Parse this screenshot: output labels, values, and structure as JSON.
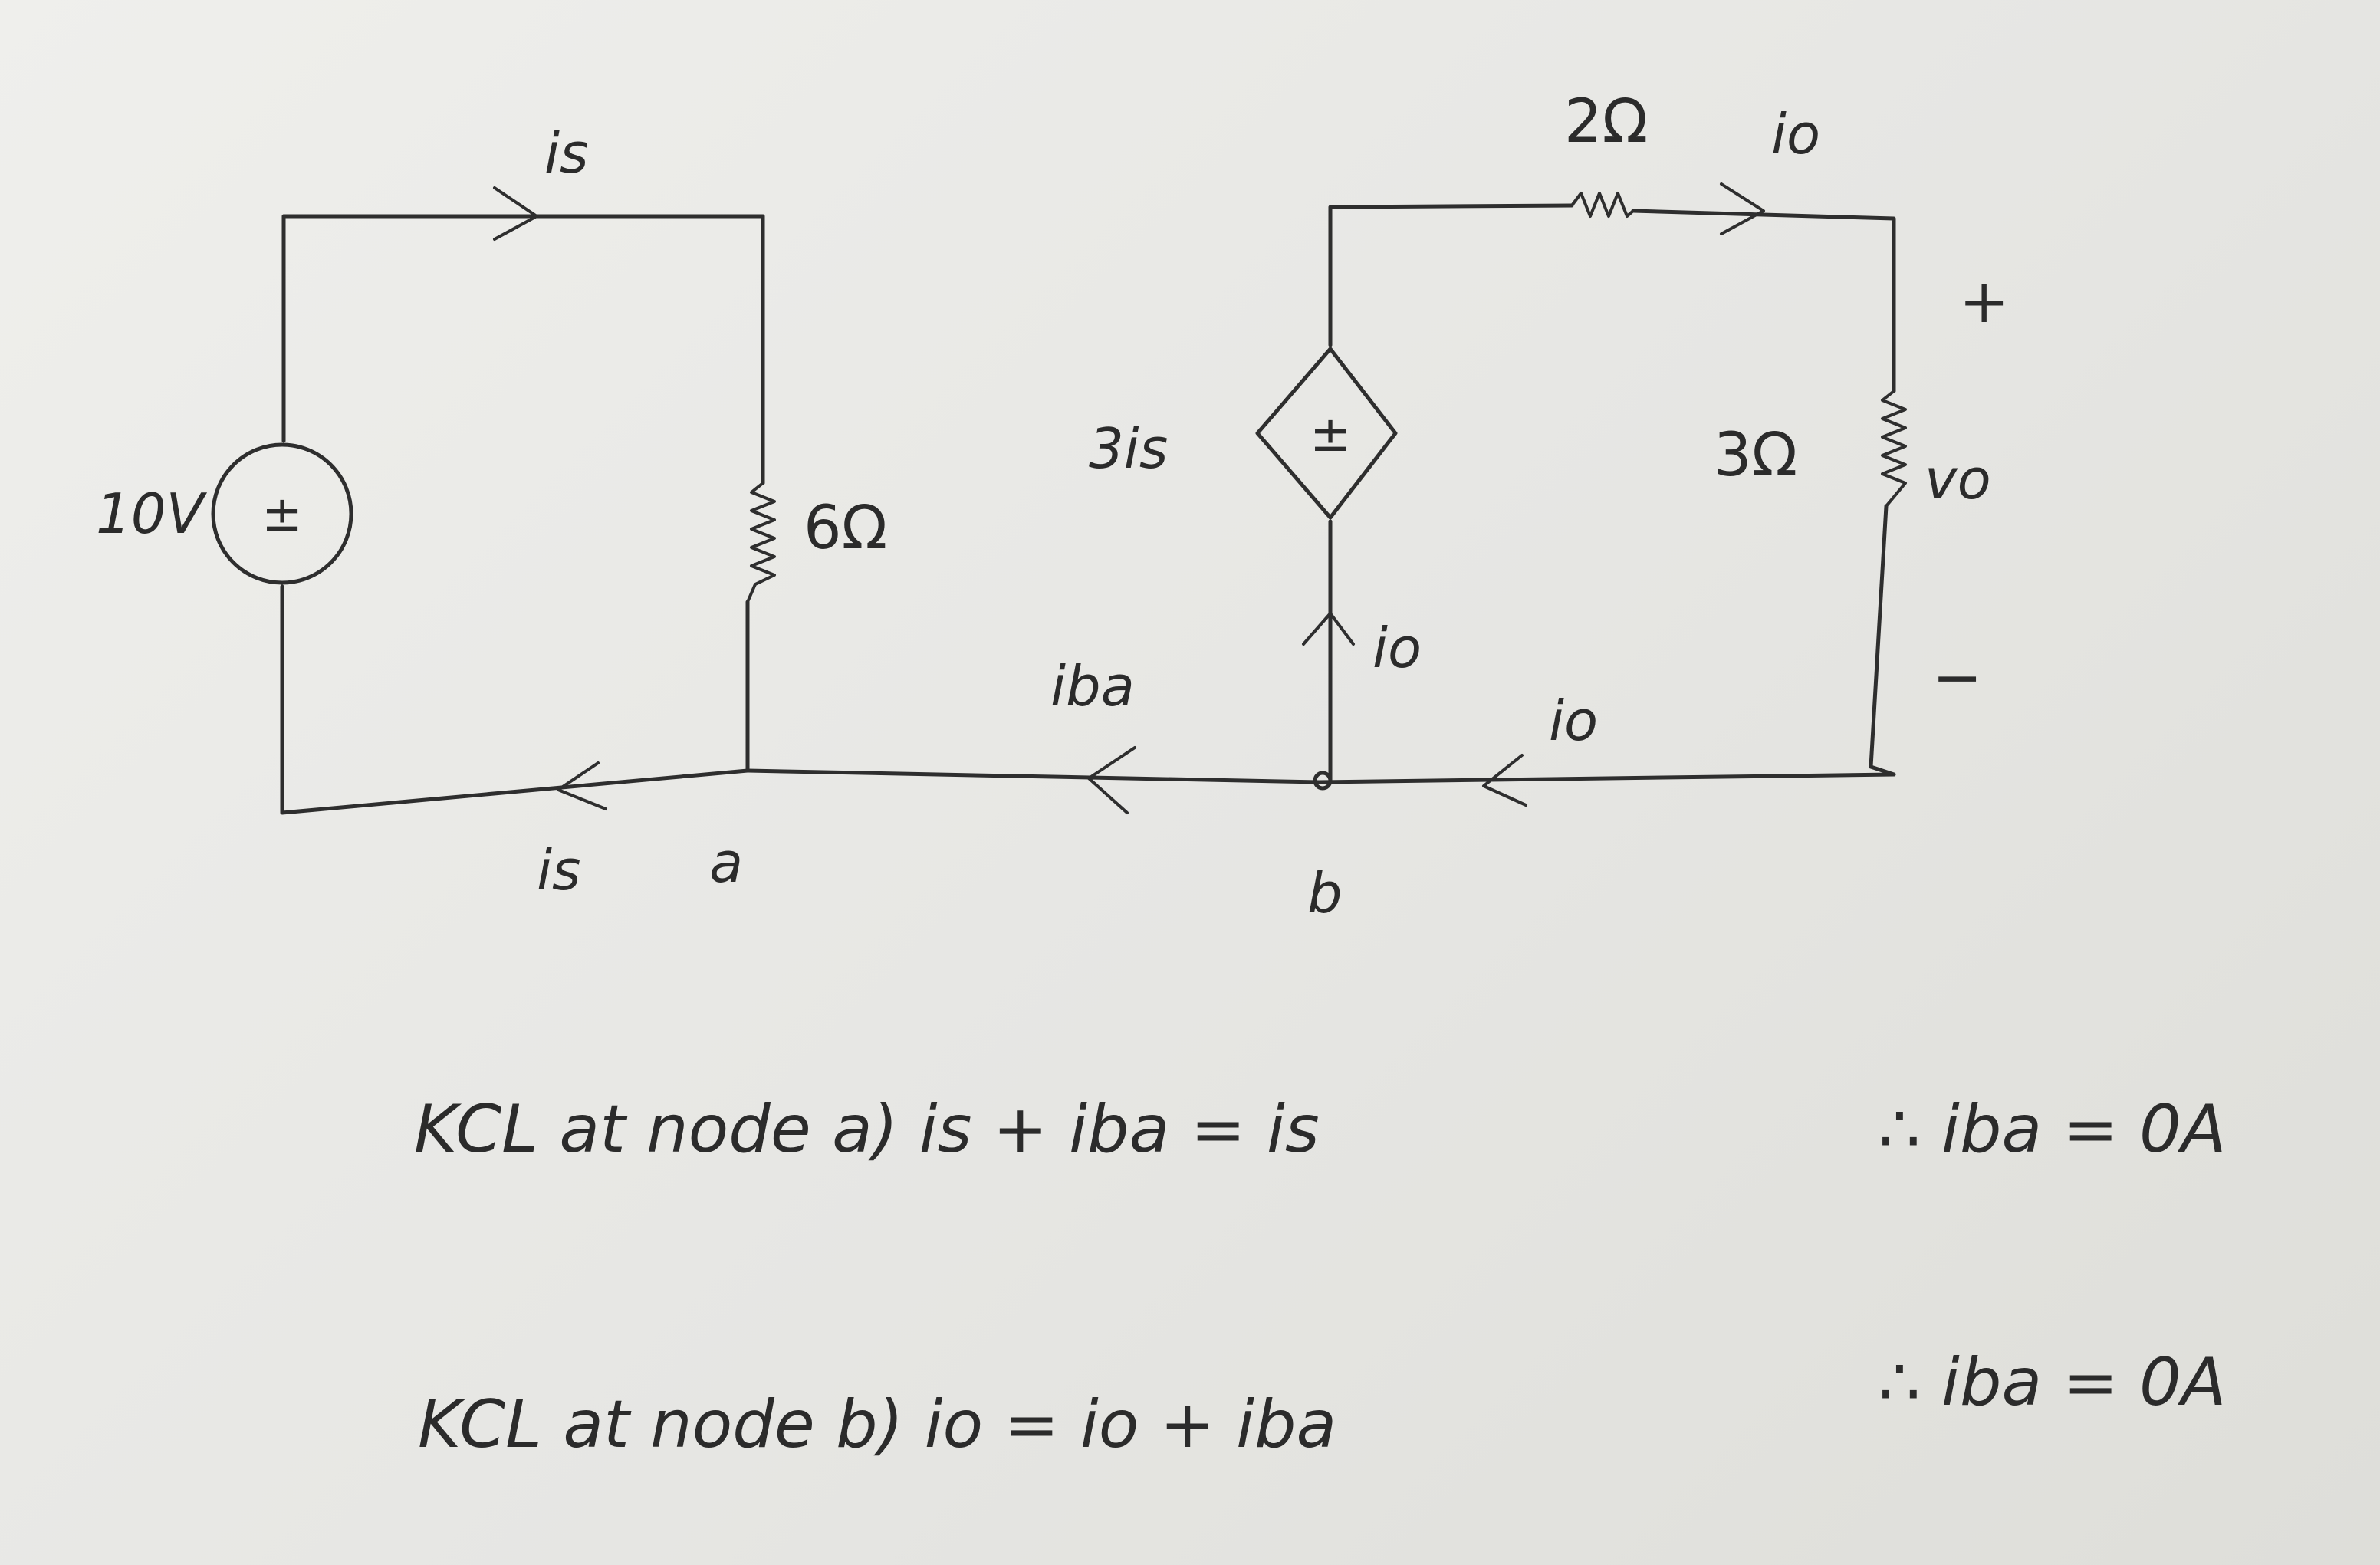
{
  "circuit": {
    "voltage_source_label": "10V",
    "voltage_source_sign": "±",
    "dependent_source_label": "3is",
    "dependent_source_sign": "±",
    "r1_label": "6Ω",
    "r2_label": "2Ω",
    "r3_label": "3Ω",
    "current_top_left": "is",
    "current_bottom_left": "is",
    "current_ba": "iba",
    "current_dep_source": "io",
    "current_bottom_right": "io",
    "current_top_right": "io",
    "node_a": "a",
    "node_b": "b",
    "vo_plus": "+",
    "vo_label": "vo",
    "vo_minus": "−"
  },
  "equations": {
    "kcl_a": "KCL at node a)  is + iba = is",
    "result_a": "∴ iba = 0A",
    "kcl_b": "KCL at node b)  io = io + iba",
    "result_b": "∴ iba = 0A"
  }
}
